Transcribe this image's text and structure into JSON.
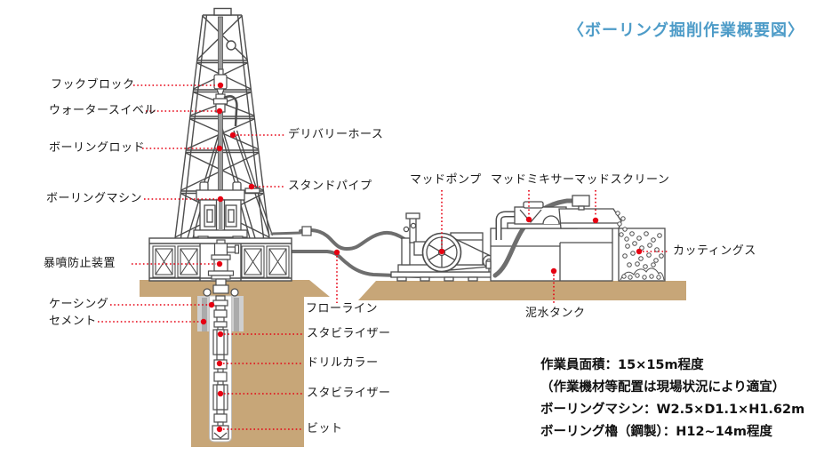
{
  "title": "〈ボーリング掘削作業概要図〉",
  "labels": {
    "hook_block": "フックブロック",
    "water_swivel": "ウォータースイベル",
    "boring_rod": "ボーリングロッド",
    "boring_machine": "ボーリングマシン",
    "blowout_preventer": "暴噴防止装置",
    "casing": "ケーシング",
    "cement": "セメント",
    "delivery_hose": "デリバリーホース",
    "stand_pipe": "スタンドパイプ",
    "flow_line": "フローライン",
    "stabilizer_upper": "スタビライザー",
    "drill_collar": "ドリルカラー",
    "stabilizer_lower": "スタビライザー",
    "bit": "ビット",
    "mud_pump": "マッドポンプ",
    "mud_mixer": "マッドミキサー",
    "mud_screen": "マッドスクリーン",
    "cuttings": "カッティングス",
    "mud_tank": "泥水タンク"
  },
  "notes": {
    "lines": [
      "作業員面積：15×15m程度",
      "（作業機材等配置は現場状況により適宜）",
      "ボーリングマシン：W2.5×D1.1×H1.62m",
      "ボーリング櫓（鋼製）：H12~14m程度"
    ]
  },
  "colors": {
    "title_blue": "#4E9CC8",
    "leader_red": "#E60012",
    "ground_tan": "#C7A678",
    "casing_gray": "#CFCFCF",
    "outline_dark": "#4D4D4D",
    "hose_gray": "#6E6E6E"
  }
}
